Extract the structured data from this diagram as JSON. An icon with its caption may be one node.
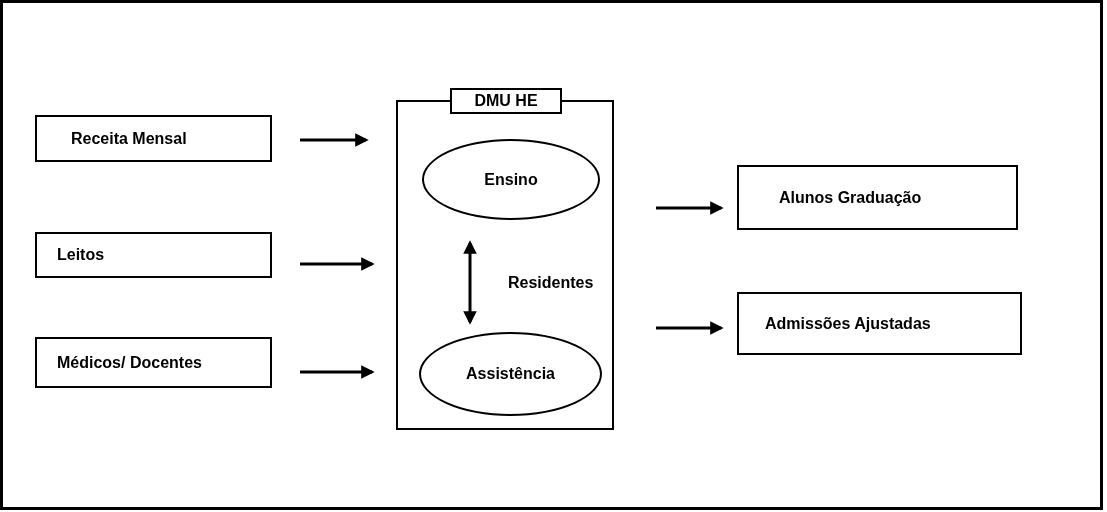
{
  "diagram": {
    "nodes": [
      {
        "text": [
          "Receita Mensal"
        ]
      },
      {
        "text": [
          "Leitos"
        ]
      },
      {
        "text": [
          "Médicos/ Docentes"
        ]
      },
      {
        "text": [
          "DMU HE"
        ]
      },
      {
        "text": [
          "Ensino"
        ],
        "in": 3
      },
      {
        "text": [
          "Assistência"
        ],
        "in": 3
      },
      {
        "text": [
          "Alunos Graduação"
        ]
      },
      {
        "text": [
          "Admissões Ajustadas"
        ]
      }
    ],
    "edges": [
      {
        "from": 0,
        "to": 3,
        "arrow": "to"
      },
      {
        "from": 1,
        "to": 3,
        "arrow": "to"
      },
      {
        "from": 2,
        "to": 3,
        "arrow": "to"
      },
      {
        "from": 3,
        "to": 6,
        "arrow": "to"
      },
      {
        "from": 3,
        "to": 7,
        "arrow": "to"
      },
      {
        "from": 4,
        "to": 5,
        "arrow": "both",
        "label": "Residentes"
      }
    ]
  }
}
